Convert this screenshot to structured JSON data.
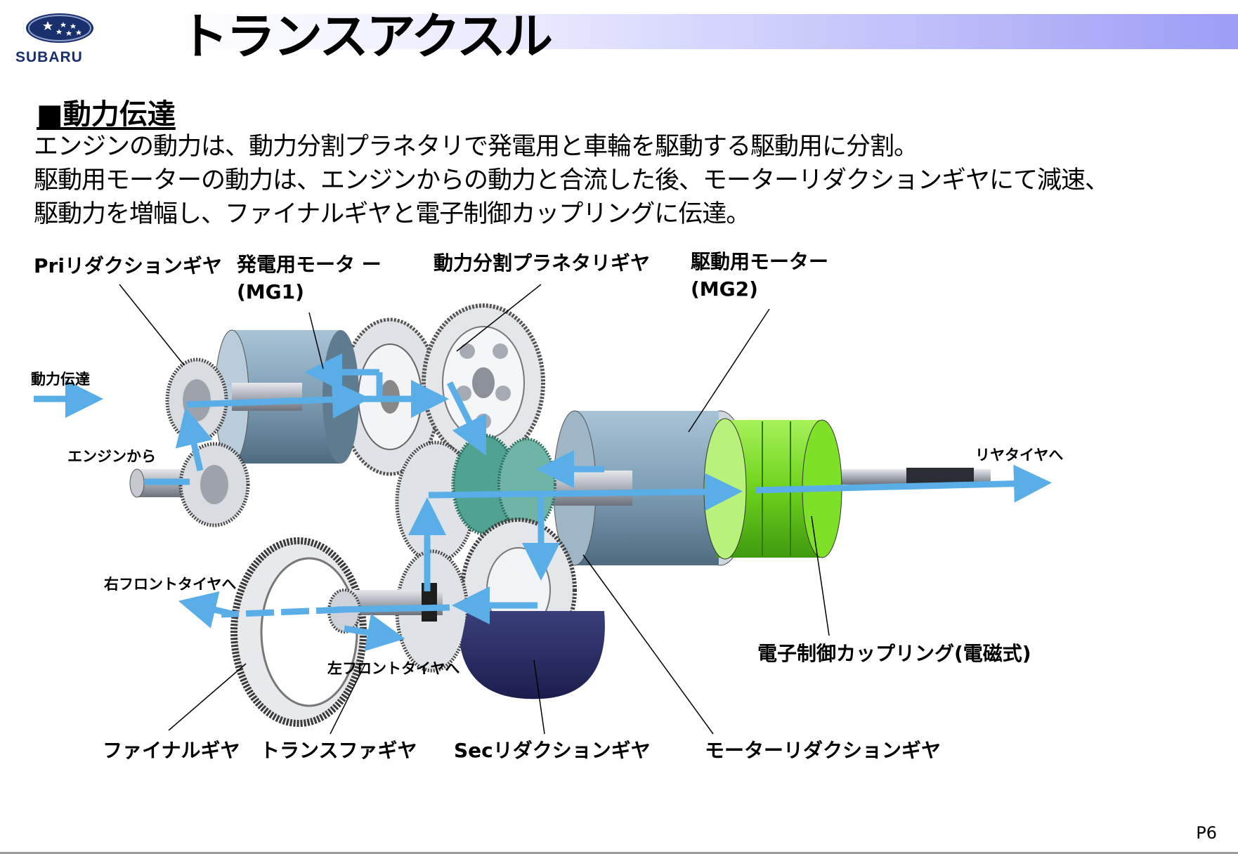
{
  "header": {
    "logo_text": "SUBARU",
    "title": "トランスアクスル"
  },
  "section": {
    "heading": "■動力伝達",
    "lines": [
      "エンジンの動力は、動力分割プラネタリで発電用と車輪を駆動する駆動用に分割。",
      "駆動用モーターの動力は、エンジンからの動力と合流した後、モーターリダクションギヤにて減速、",
      "駆動力を増幅し、ファイナルギヤと電子制御カップリングに伝達。"
    ]
  },
  "labels": {
    "pri_reduction_gear": "Priリダクションギヤ",
    "mg1_line1": "発電用モータ ー",
    "mg1_line2": "(MG1)",
    "power_split": "動力分割プラネタリギヤ",
    "mg2_line1": "駆動用モーター",
    "mg2_line2": "(MG2)",
    "power_transfer": "動力伝達",
    "from_engine": "エンジンから",
    "to_rear_tire": "リヤタイヤへ",
    "to_right_front": "右フロントタイヤへ",
    "to_left_front": "左フロントタイヤへ",
    "coupling": "電子制御カップリング(電磁式)",
    "final_gear": "ファイナルギヤ",
    "transfer_gear": "トランスファギヤ",
    "sec_reduction_gear": "Secリダクションギヤ",
    "motor_reduction_gear": "モーターリダクションギヤ"
  },
  "colors": {
    "arrow": "#5aaee8",
    "motor": "#7f9fb5",
    "coupling": "#7fe028",
    "header_gradient_end": "#9d9df5",
    "logo_blue": "#1a2f6e"
  },
  "footer": {
    "page": "P6"
  }
}
